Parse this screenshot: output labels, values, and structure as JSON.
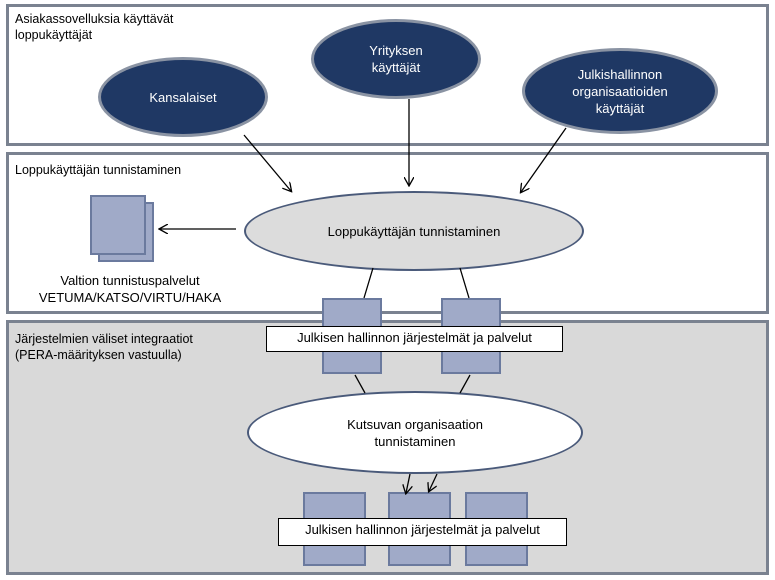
{
  "sections": {
    "end_users": {
      "label": "Asiakassovelluksia käyttävät\nloppukäyttäjät"
    },
    "identification": {
      "label": "Loppukäyttäjän tunnistaminen"
    },
    "integrations": {
      "label": "Järjestelmien väliset integraatiot\n(PERA-määrityksen vastuulla)"
    }
  },
  "user_groups": {
    "citizens": "Kansalaiset",
    "companies": "Yrityksen\nkäyttäjät",
    "public_admin": "Julkishallinnon\norganisaatioiden\nkäyttäjät"
  },
  "processes": {
    "end_user_identification": "Loppukäyttäjän tunnistaminen",
    "calling_org_identification": "Kutsuvan organisaation\ntunnistaminen"
  },
  "state_services": {
    "label": "Valtion tunnistuspalvelut\nVETUMA/KATSO/VIRTU/HAKA"
  },
  "systems": {
    "upper_label": "Julkisen hallinnon järjestelmät ja palvelut",
    "lower_label": "Julkisen hallinnon järjestelmät ja palvelut"
  },
  "colors": {
    "section_border": "#7a8290",
    "dark_ellipse": "#1f3864",
    "grey_ellipse": "#dcdcdc",
    "integration_bg": "#d9d9d9",
    "doc_fill": "#a0aac8"
  }
}
